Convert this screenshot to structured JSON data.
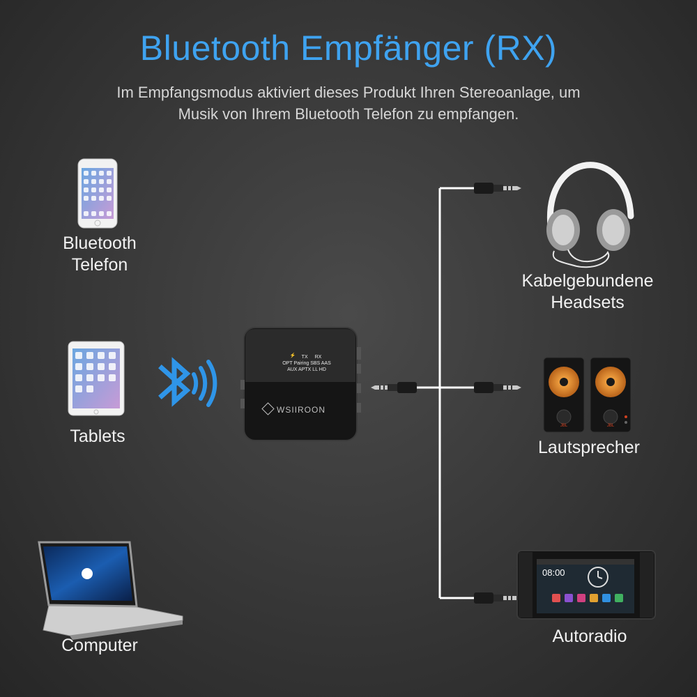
{
  "title": "Bluetooth Empfänger (RX)",
  "subtitle_line1": "Im Empfangsmodus aktiviert dieses Produkt Ihren Stereoanlage, um",
  "subtitle_line2": "Musik von Ihrem Bluetooth Telefon  zu empfangen.",
  "sources": {
    "phone_line1": "Bluetooth",
    "phone_line2": "Telefon",
    "tablet": "Tablets",
    "computer": "Computer"
  },
  "device": {
    "brand": "WSIIROON",
    "indicator_row1": [
      "TX",
      "RX"
    ],
    "indicator_row2": [
      "OPT",
      "Pairing",
      "SBS",
      "AAS"
    ],
    "indicator_row3": [
      "AUX",
      "APTX",
      "LL",
      "HD"
    ]
  },
  "outputs": {
    "headset_line1": "Kabelgebundene",
    "headset_line2": "Headsets",
    "speakers": "Lautsprecher",
    "speaker_brand": "JBL",
    "radio": "Autoradio",
    "radio_clock": "08:00"
  },
  "colors": {
    "title": "#3fa3f0",
    "bluetooth": "#2f95e8",
    "cable": "#ffffff",
    "speaker_cone": "#e0892a"
  },
  "icons": [
    "phone-icon",
    "tablet-icon",
    "laptop-icon",
    "bluetooth-icon",
    "headphones-icon",
    "speakers-icon",
    "car-radio-icon",
    "audio-jack-icon"
  ]
}
